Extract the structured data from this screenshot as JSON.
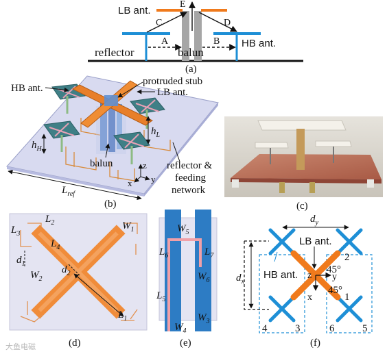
{
  "panel_a": {
    "caption": "(a)",
    "lb_label": "LB ant.",
    "hb_label": "HB ant.",
    "reflector_label": "reflector",
    "balun_label": "balun",
    "letters": [
      "E",
      "C",
      "D",
      "A",
      "B"
    ],
    "colors": {
      "lb": "#f07a1c",
      "hb": "#1e8fd6",
      "balun": "#a6a6a6",
      "ground": "#111111"
    }
  },
  "panel_b": {
    "caption": "(b)",
    "hb_label": "HB ant.",
    "stub_label": "protruded stub",
    "lb_label": "LB ant.",
    "balun_label": "balun",
    "reflector_label_1": "reflector &",
    "reflector_label_2": "feeding",
    "reflector_label_3": "network",
    "hH_main": "h",
    "hH_sub": "H",
    "hL_main": "h",
    "hL_sub": "L",
    "lref_main": "L",
    "lref_sub": "ref",
    "axes": [
      "z",
      "x",
      "y"
    ]
  },
  "panel_c": {
    "caption": "(c)"
  },
  "panel_d": {
    "caption": "(d)",
    "labels": {
      "L3": [
        "L",
        "3"
      ],
      "L2": [
        "L",
        "2"
      ],
      "L4": [
        "L",
        "4"
      ],
      "W1": [
        "W",
        "1"
      ],
      "d1": [
        "d",
        "1"
      ],
      "d2": [
        "d",
        "2"
      ],
      "W2": [
        "W",
        "2"
      ],
      "L1": [
        "L",
        "1"
      ]
    }
  },
  "panel_e": {
    "caption": "(e)",
    "labels": {
      "W5": [
        "W",
        "5"
      ],
      "L6": [
        "L",
        "6"
      ],
      "L7": [
        "L",
        "7"
      ],
      "W6": [
        "W",
        "6"
      ],
      "L5": [
        "L",
        "5"
      ],
      "W3": [
        "W",
        "3"
      ],
      "W4": [
        "W",
        "4"
      ]
    }
  },
  "panel_f": {
    "caption": "(f)",
    "dy": [
      "d",
      "y"
    ],
    "dx": [
      "d",
      "x"
    ],
    "lb_label": "LB ant.",
    "hb_label": "HB ant.",
    "angle_1": "45°",
    "angle_2": "45°",
    "axes": [
      "z",
      "y",
      "x"
    ],
    "ports": [
      "2",
      "1",
      "4",
      "3",
      "6",
      "5"
    ]
  },
  "watermark": "大鱼电磁"
}
